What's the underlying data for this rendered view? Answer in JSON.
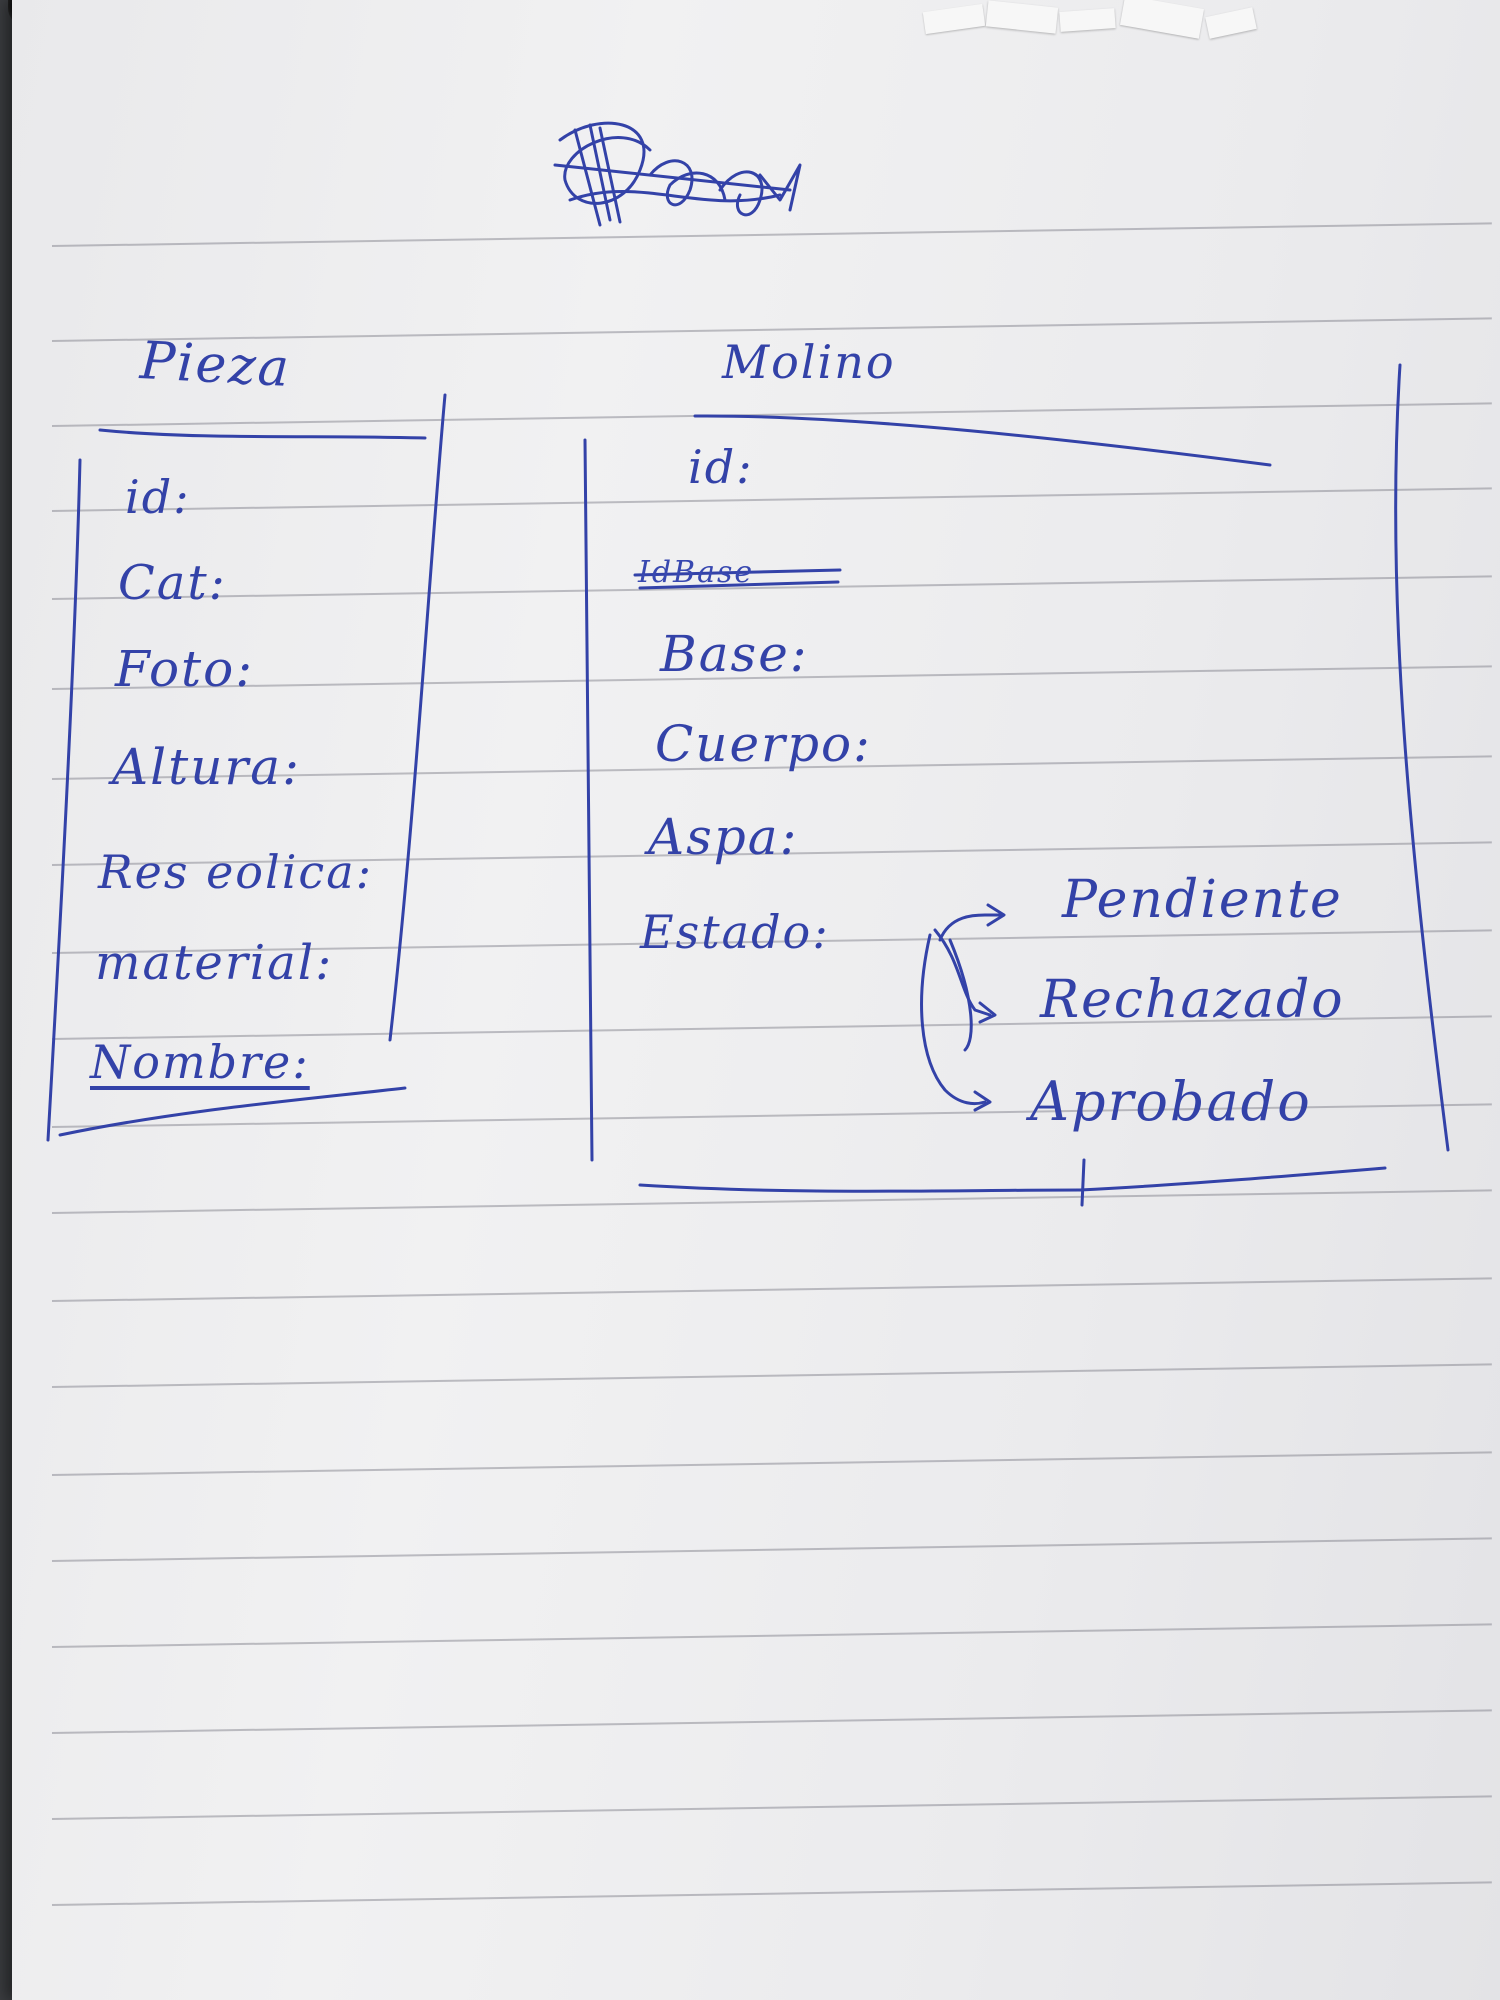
{
  "title": "Diagram",
  "entities": [
    {
      "name": "Pieza",
      "fields": [
        "id:",
        "Cat:",
        "Foto:",
        "Altura:",
        "Res eolica:",
        "material:",
        "Nombre:"
      ]
    },
    {
      "name": "Molino",
      "fields": [
        "id:",
        "IdBase",
        "Base:",
        "Cuerpo:",
        "Aspa:",
        "Estado:"
      ],
      "crossed_out_field": "IdBase",
      "estado_values": [
        "Pendiente",
        "Rechazado",
        "Aprobado"
      ]
    }
  ],
  "colors": {
    "ink": "#3342a8",
    "paper": "#eeeef0",
    "rule": "#8c8c96"
  }
}
